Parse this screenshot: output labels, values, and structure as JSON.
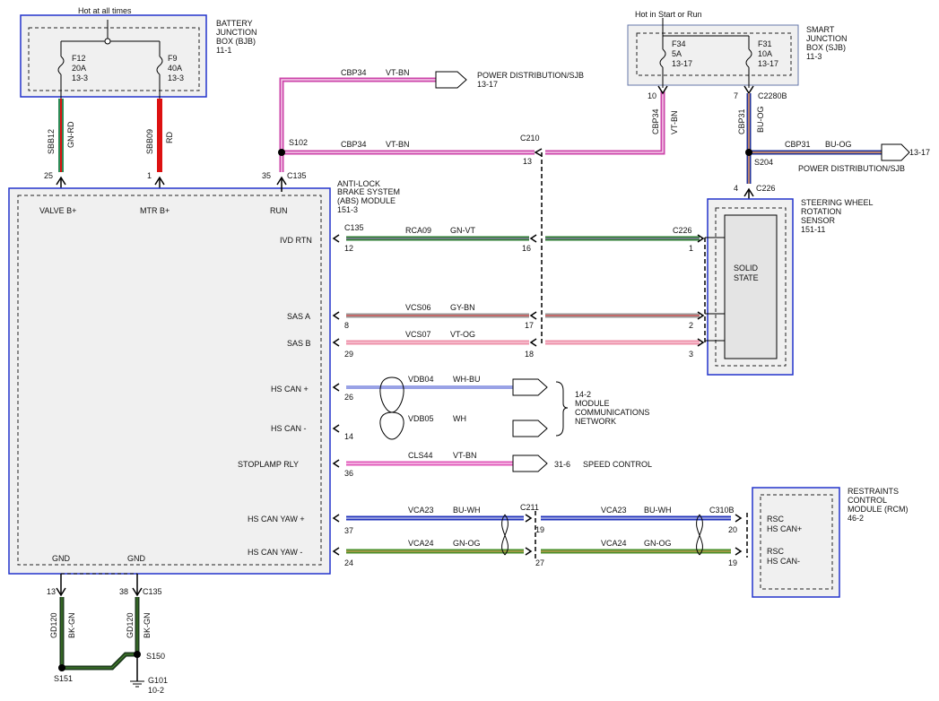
{
  "hot_at_all_times": "Hot at all times",
  "hot_in_start_run": "Hot in Start or Run",
  "bjb": {
    "l1": "BATTERY",
    "l2": "JUNCTION",
    "l3": "BOX (BJB)",
    "l4": "11-1",
    "f12": [
      "F12",
      "20A",
      "13-3"
    ],
    "f9": [
      "F9",
      "40A",
      "13-3"
    ]
  },
  "sjb": {
    "l1": "SMART",
    "l2": "JUNCTION",
    "l3": "BOX (SJB)",
    "l4": "11-3",
    "f34": [
      "F34",
      "5A",
      "13-17"
    ],
    "f31": [
      "F31",
      "10A",
      "13-17"
    ]
  },
  "abs": {
    "l1": "ANTI-LOCK",
    "l2": "BRAKE SYSTEM",
    "l3": "(ABS) MODULE",
    "l4": "151-3",
    "valve": "VALVE B+",
    "mtr": "MTR B+",
    "run": "RUN",
    "ivd_rtn": "IVD RTN",
    "sas_a": "SAS A",
    "sas_b": "SAS B",
    "hs_can_p": "HS CAN +",
    "hs_can_m": "HS CAN -",
    "stoplamp": "STOPLAMP RLY",
    "yaw_p": "HS CAN YAW +",
    "yaw_m": "HS CAN YAW -",
    "gnd1": "GND",
    "gnd2": "GND"
  },
  "swrs": {
    "l1": "STEERING WHEEL",
    "l2": "ROTATION",
    "l3": "SENSOR",
    "l4": "151-11",
    "solid1": "SOLID",
    "solid2": "STATE"
  },
  "rcm": {
    "l1": "RESTRAINTS",
    "l2": "CONTROL",
    "l3": "MODULE (RCM)",
    "l4": "46-2",
    "rsc_p1": "RSC",
    "rsc_p2": "HS CAN+",
    "rsc_m1": "RSC",
    "rsc_m2": "HS CAN-"
  },
  "wires": {
    "sbb12": "SBB12",
    "gn_rd": "GN-RD",
    "sbb09": "SBB09",
    "rd": "RD",
    "cbp34_top": "CBP34",
    "vt_bn_top": "VT-BN",
    "pd_top": "POWER DISTRIBUTION/SJB",
    "pd_top_ref": "13-17",
    "cbp34_mid": "CBP34",
    "vt_bn_mid": "VT-BN",
    "cbp34_vert": "CBP34",
    "vt_bn_vert": "VT-BN",
    "cbp31_vert": "CBP31",
    "bu_og_vert": "BU-OG",
    "cbp31": "CBP31",
    "bu_og": "BU-OG",
    "pd_right": "POWER DISTRIBUTION/SJB",
    "pd_right_ref": "13-17",
    "rca09": "RCA09",
    "gn_vt": "GN-VT",
    "vcs06": "VCS06",
    "gy_bn": "GY-BN",
    "vcs07": "VCS07",
    "vt_og": "VT-OG",
    "vdb04": "VDB04",
    "wh_bu": "WH-BU",
    "vdb05": "VDB05",
    "wh": "WH",
    "mcn1": "14-2",
    "mcn2": "MODULE",
    "mcn3": "COMMUNICATIONS",
    "mcn4": "NETWORK",
    "cls44": "CLS44",
    "vt_bn_cls": "VT-BN",
    "speed_ref": "31-6",
    "speed": "SPEED CONTROL",
    "vca23_l": "VCA23",
    "bu_wh_l": "BU-WH",
    "vca23_r": "VCA23",
    "bu_wh_r": "BU-WH",
    "vca24_l": "VCA24",
    "gn_og_l": "GN-OG",
    "vca24_r": "VCA24",
    "gn_og_r": "GN-OG",
    "gd120_a": "GD120",
    "bk_gn_a": "BK-GN",
    "gd120_b": "GD120",
    "bk_gn_b": "BK-GN"
  },
  "connectors": {
    "c135_run": "C135",
    "c135_side": "C135",
    "c135_gnd": "C135",
    "s102": "S102",
    "c210": "C210",
    "c226_top": "C226",
    "c226": "C226",
    "s204": "S204",
    "c2280b": "C2280B",
    "c211": "C211",
    "c310b": "C310B",
    "s150": "S150",
    "s151": "S151",
    "g101": "G101",
    "g101_ref": "10-2"
  },
  "pins": {
    "p25": "25",
    "p1": "1",
    "p35": "35",
    "p10": "10",
    "p7": "7",
    "p13_c210": "13",
    "p4": "4",
    "p12": "12",
    "p16": "16",
    "p1_swrs": "1",
    "p8": "8",
    "p17": "17",
    "p2": "2",
    "p29": "29",
    "p18": "18",
    "p3": "3",
    "p26": "26",
    "p14": "14",
    "p36": "36",
    "p37": "37",
    "p19": "19",
    "p20": "20",
    "p24": "24",
    "p27": "27",
    "p19_rcm": "19",
    "p13_gnd": "13",
    "p38": "38"
  },
  "colors": {
    "violet_brown": "#cc44aa",
    "green_red": "#2e8b57",
    "red": "#dd1111",
    "green_violet": "#2e7d32",
    "gray_brown": "#c46a6a",
    "violet_orange": "#ee90a8",
    "white_blue": "#3344cc",
    "blue_white": "#2233bb",
    "green_orange": "#4a8f2a",
    "blue_orange": "#223399",
    "black_green": "#1f3b1f",
    "box_blue": "#2233cc"
  }
}
